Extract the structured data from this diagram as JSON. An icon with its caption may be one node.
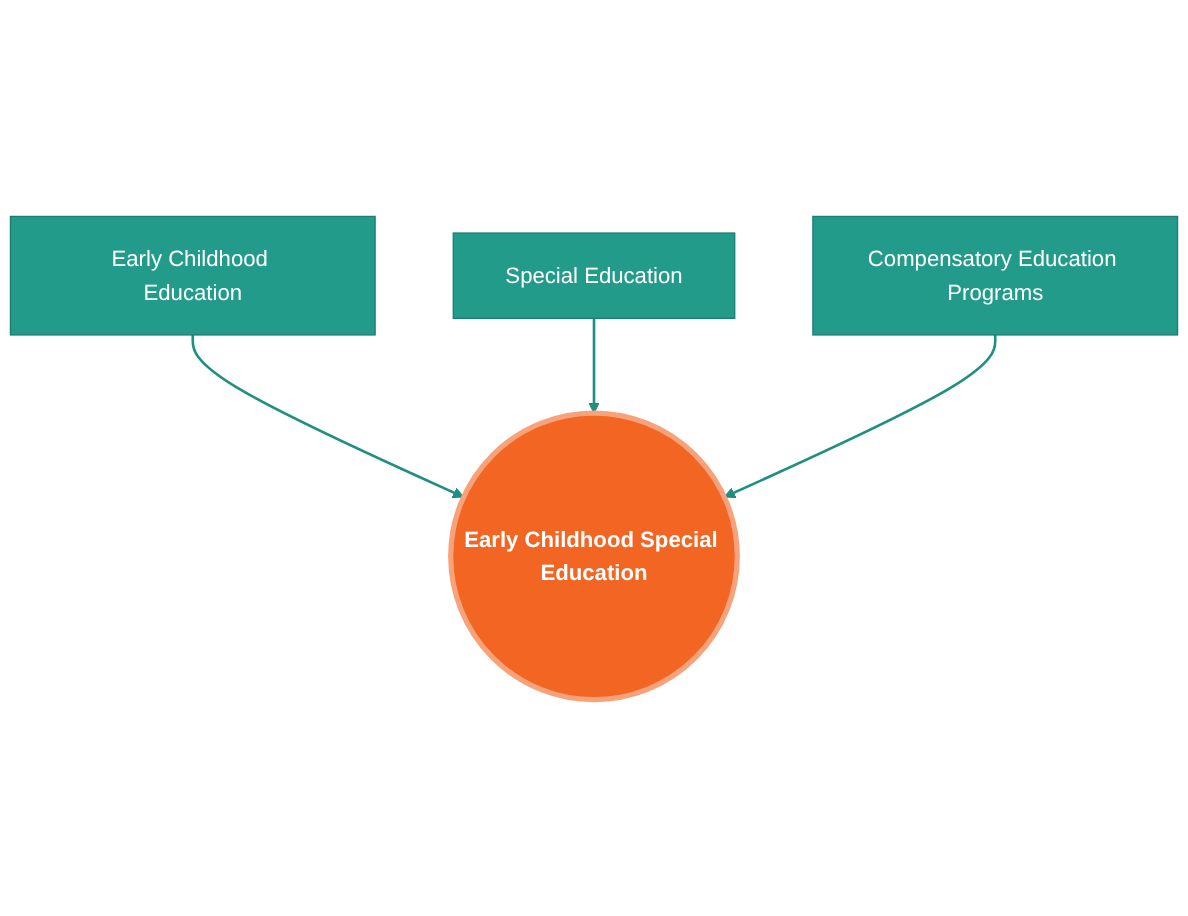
{
  "diagram": {
    "nodes": [
      {
        "text": [
          "Early Childhood Education"
        ]
      },
      {
        "text": [
          "Special Education"
        ]
      },
      {
        "text": [
          "Early Childhood Special Education"
        ]
      },
      {
        "text": [
          "Compensatory Education Programs"
        ]
      }
    ],
    "edges": [
      {
        "from": 0,
        "to": 2,
        "arrow": "to"
      },
      {
        "from": 1,
        "to": 2,
        "arrow": "to"
      },
      {
        "from": 3,
        "to": 2,
        "arrow": "to"
      }
    ]
  }
}
